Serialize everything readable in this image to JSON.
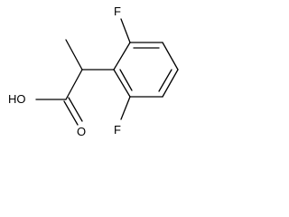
{
  "molecule": {
    "atom_labels": {
      "fluorine_top": "F",
      "fluorine_bottom": "F",
      "hydroxyl": "HO",
      "carbonyl_oxygen": "O"
    },
    "colors": {
      "bond": "#000000",
      "label": "#000000",
      "background": "#ffffff"
    }
  }
}
